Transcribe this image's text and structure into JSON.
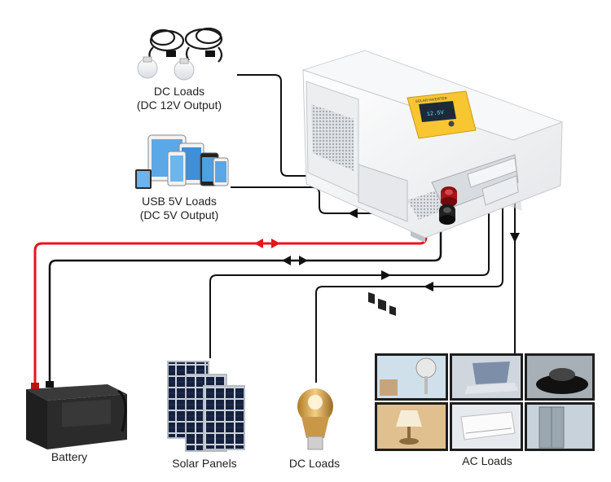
{
  "labels": {
    "dc_loads_top_line1": "DC Loads",
    "dc_loads_top_line2": "(DC 12V Output)",
    "usb_loads_line1": "USB 5V Loads",
    "usb_loads_line2": "(DC 5V Output)",
    "battery": "Battery",
    "solar_panels": "Solar Panels",
    "dc_loads_bottom": "DC Loads",
    "ac_loads": "AC Loads",
    "inverter_panel": "SOLAR INVERTER",
    "inverter_display": "12.5V"
  },
  "colors": {
    "wire_black": "#111111",
    "wire_red": "#e8141c",
    "inverter_body": "#f4f5f6",
    "inverter_panel": "#f7c631",
    "terminal_red": "#8e0f12",
    "battery_body": "#2b2b2b",
    "solar_cell": "#1d2b4a"
  }
}
